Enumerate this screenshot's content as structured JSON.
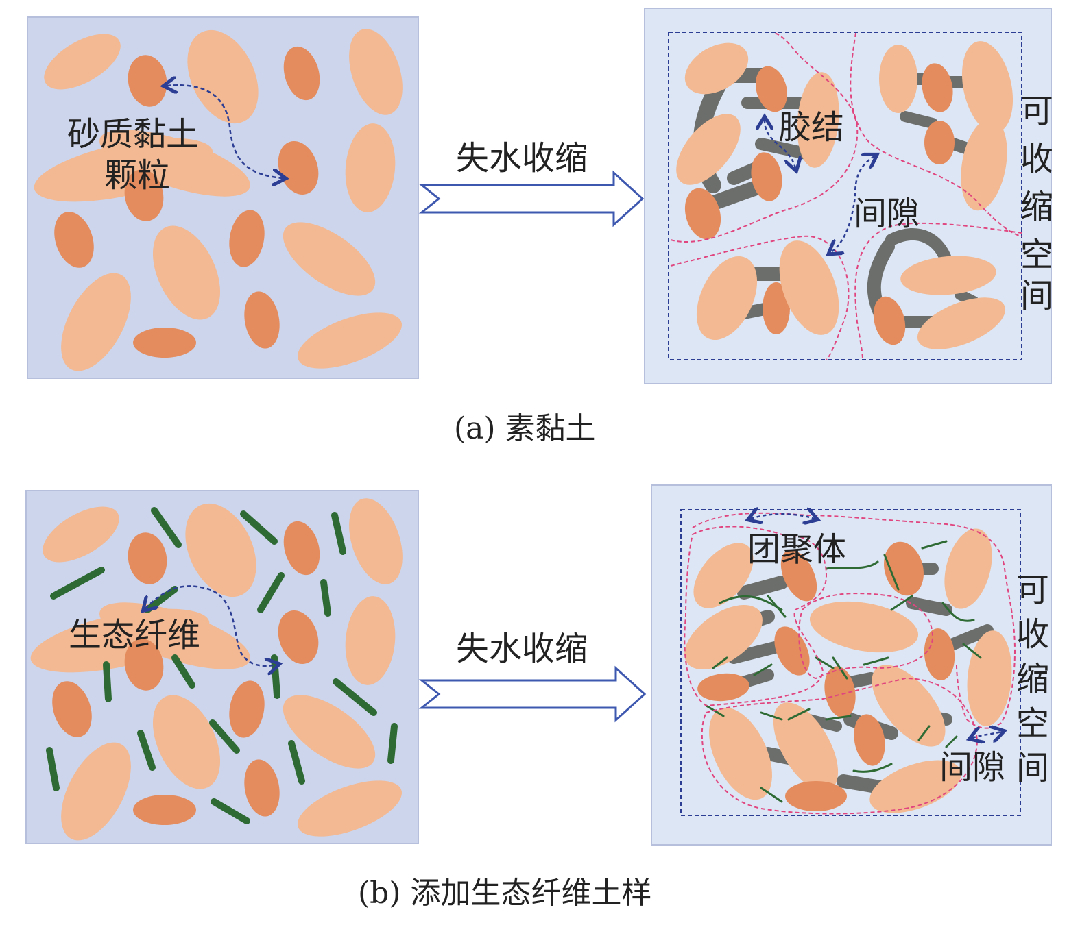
{
  "panel_a": {
    "caption": "(a) 素黏土",
    "left_label_line1": "砂质黏土",
    "left_label_line2": "颗粒",
    "arrow_label": "失水收缩",
    "label_cement": "胶结",
    "label_pore": "间隙",
    "label_space": [
      "可",
      "收",
      "缩",
      "空",
      "间"
    ]
  },
  "panel_b": {
    "caption": "(b) 添加生态纤维土样",
    "left_label": "生态纤维",
    "arrow_label": "失水收缩",
    "label_aggregate": "团聚体",
    "label_pore": "间隙",
    "label_space": [
      "可",
      "收",
      "缩",
      "空",
      "间"
    ]
  },
  "colors": {
    "panel_bg": "#cdd5ec",
    "panel_bg_right": "#dde6f4",
    "particle_light": "#f2b992",
    "particle_dark": "#e48c5e",
    "bridge": "#6b6e6b",
    "fiber": "#2e6b34",
    "dash_blue": "#2c3d94",
    "dash_pink": "#e0457f"
  }
}
